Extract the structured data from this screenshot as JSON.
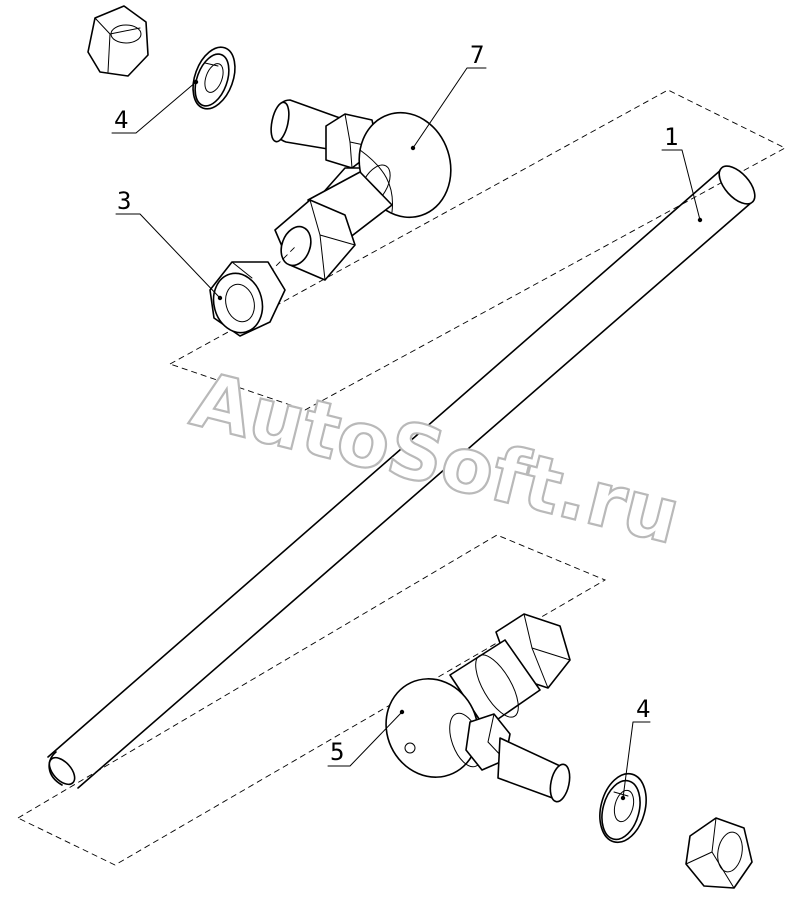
{
  "watermark": {
    "text": "AutoSoft.ru"
  },
  "callouts": [
    {
      "label": "1",
      "part": "rod"
    },
    {
      "label": "3",
      "part": "nut"
    },
    {
      "label": "4",
      "part": "spring-washer"
    },
    {
      "label": "4",
      "part": "spring-washer"
    },
    {
      "label": "5",
      "part": "ball-joint-tip"
    },
    {
      "label": "7",
      "part": "ball-joint-tip"
    }
  ]
}
